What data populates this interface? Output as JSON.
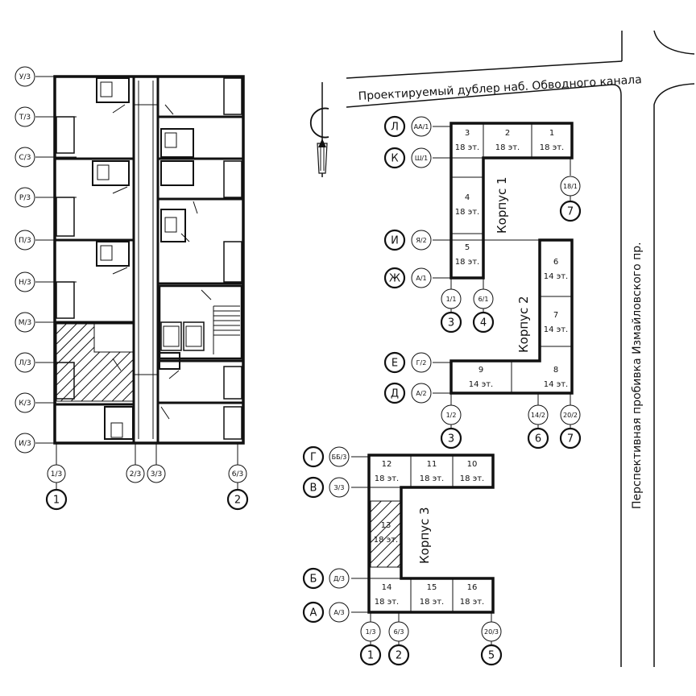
{
  "street_top": "Проектируемый дублер наб. Обводного канала",
  "street_right": "Перспективная пробивка Измайловского пр.",
  "corpus_labels": [
    "Корпус 1",
    "Корпус 2",
    "Корпус 3"
  ],
  "floor_plan": {
    "row_axes": [
      "У/3",
      "Т/3",
      "С/3",
      "Р/3",
      "П/3",
      "Н/3",
      "М/3",
      "Л/3",
      "К/3",
      "И/3"
    ],
    "col_axes": [
      "1/3",
      "2/3",
      "3/3",
      "6/3"
    ],
    "main_axes": [
      "1",
      "2"
    ]
  },
  "corpus1": {
    "sections": [
      {
        "num": "3",
        "floors": "18 эт."
      },
      {
        "num": "2",
        "floors": "18 эт."
      },
      {
        "num": "1",
        "floors": "18 эт."
      },
      {
        "num": "4",
        "floors": "18 эт."
      },
      {
        "num": "5",
        "floors": "18 эт."
      }
    ],
    "axes": [
      {
        "main": "Л",
        "sub": "АА/1"
      },
      {
        "main": "К",
        "sub": "Ш/1"
      },
      {
        "main": "И",
        "sub": "Я/2"
      },
      {
        "main": "Ж",
        "sub": "А/1"
      }
    ],
    "right_axis": {
      "sub": "18/1",
      "main": "7"
    },
    "bottom_axes": [
      {
        "sub": "1/1",
        "main": "3"
      },
      {
        "sub": "6/1",
        "main": "4"
      }
    ]
  },
  "corpus2": {
    "sections": [
      {
        "num": "6",
        "floors": "14 эт."
      },
      {
        "num": "7",
        "floors": "14 эт."
      },
      {
        "num": "9",
        "floors": "14 эт."
      },
      {
        "num": "8",
        "floors": "14 эт."
      }
    ],
    "axes": [
      {
        "main": "Е",
        "sub": "Г/2"
      },
      {
        "main": "Д",
        "sub": "А/2"
      }
    ],
    "bottom_axes": [
      {
        "sub": "1/2",
        "main": "3"
      },
      {
        "sub": "14/2",
        "main": "6"
      },
      {
        "sub": "20/2",
        "main": "7"
      }
    ]
  },
  "corpus3": {
    "sections": [
      {
        "num": "12",
        "floors": "18 эт."
      },
      {
        "num": "11",
        "floors": "18 эт."
      },
      {
        "num": "10",
        "floors": "18 эт."
      },
      {
        "num": "13",
        "floors": "18 эт."
      },
      {
        "num": "14",
        "floors": "18 эт."
      },
      {
        "num": "15",
        "floors": "18 эт."
      },
      {
        "num": "16",
        "floors": "18 эт."
      }
    ],
    "axes": [
      {
        "main": "Г",
        "sub": "ББ/3"
      },
      {
        "main": "В",
        "sub": "З/3"
      },
      {
        "main": "Б",
        "sub": "Д/3"
      },
      {
        "main": "А",
        "sub": "А/3"
      }
    ],
    "bottom_axes": [
      {
        "sub": "1/3",
        "main": "1"
      },
      {
        "sub": "6/3",
        "main": "2"
      },
      {
        "sub": "20/3",
        "main": "5"
      }
    ]
  }
}
